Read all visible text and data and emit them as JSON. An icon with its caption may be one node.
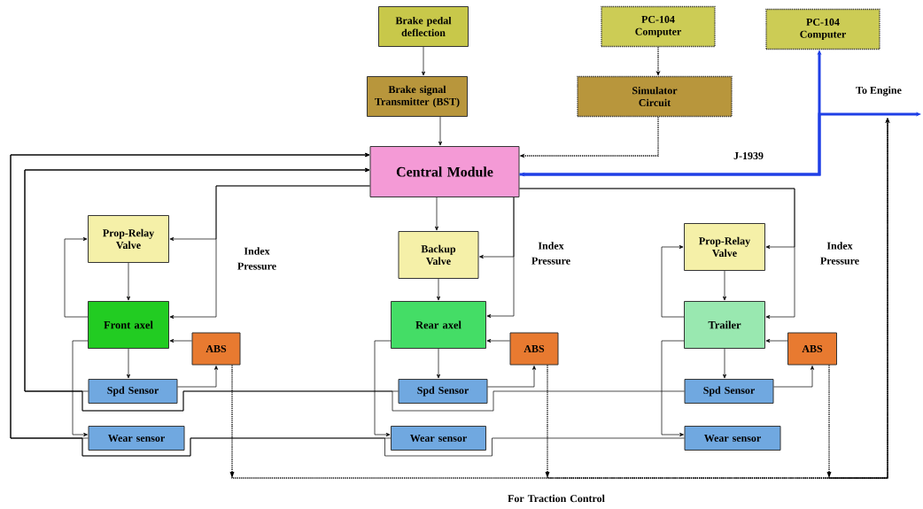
{
  "diagram": {
    "nodes": [
      {
        "text": [
          "Brake pedal deflection"
        ]
      },
      {
        "text": [
          "Brake signal Transmitter (BST)"
        ]
      },
      {
        "text": [
          "PC-104 Computer"
        ]
      },
      {
        "text": [
          "Simulator Circuit"
        ]
      },
      {
        "text": [
          "PC-104 Computer"
        ]
      },
      {
        "text": [
          "Central Module"
        ]
      },
      {
        "text": [
          "Prop-Relay Valve"
        ]
      },
      {
        "text": [
          "Front axel"
        ]
      },
      {
        "text": [
          "ABS"
        ]
      },
      {
        "text": [
          "Spd Sensor"
        ]
      },
      {
        "text": [
          "Wear sensor"
        ]
      },
      {
        "text": [
          "Backup Valve"
        ]
      },
      {
        "text": [
          "Rear axel"
        ]
      },
      {
        "text": [
          "ABS"
        ]
      },
      {
        "text": [
          "Spd Sensor"
        ]
      },
      {
        "text": [
          "Wear sensor"
        ]
      },
      {
        "text": [
          "Prop-Relay Valve"
        ]
      },
      {
        "text": [
          "Trailer"
        ]
      },
      {
        "text": [
          "ABS"
        ]
      },
      {
        "text": [
          "Spd Sensor"
        ]
      },
      {
        "text": [
          "Wear sensor"
        ]
      }
    ],
    "edges": [
      {
        "from": 0,
        "to": 1,
        "arrow": "to"
      },
      {
        "from": 1,
        "to": 5,
        "arrow": "to"
      },
      {
        "from": 2,
        "to": 3,
        "arrow": "to",
        "style": "dashed"
      },
      {
        "from": 3,
        "to": 5,
        "arrow": "to",
        "style": "dashed"
      },
      {
        "from": 5,
        "to": 4,
        "arrow": "both",
        "style": "thick",
        "color": "#1f3fe6",
        "label": "J-1939"
      },
      {
        "from": 5,
        "to": null,
        "arrow": "to",
        "style": "thick",
        "color": "#1f3fe6",
        "label": "To Engine"
      },
      {
        "from": 10,
        "to": 5,
        "arrow": "to"
      },
      {
        "from": 15,
        "to": 5,
        "arrow": "to"
      },
      {
        "from": 20,
        "to": 5,
        "arrow": "to"
      },
      {
        "from": 9,
        "to": 5,
        "arrow": "to"
      },
      {
        "from": 14,
        "to": 5,
        "arrow": "to"
      },
      {
        "from": 19,
        "to": 5,
        "arrow": "to"
      },
      {
        "from": 7,
        "to": 10,
        "arrow": "to"
      },
      {
        "from": 7,
        "to": 9,
        "arrow": "to"
      },
      {
        "from": 9,
        "to": 8,
        "arrow": "to"
      },
      {
        "from": 8,
        "to": 7,
        "arrow": "to"
      },
      {
        "from": 6,
        "to": 7,
        "arrow": "to"
      },
      {
        "from": 7,
        "to": 6,
        "arrow": "to"
      },
      {
        "from": 5,
        "to": 6,
        "arrow": "to"
      },
      {
        "from": 5,
        "to": 7,
        "arrow": "to"
      },
      {
        "from": 5,
        "to": 11,
        "arrow": "to"
      },
      {
        "from": 5,
        "to": 11,
        "arrow": "to"
      },
      {
        "from": 5,
        "to": 12,
        "arrow": "to"
      },
      {
        "from": 11,
        "to": 12,
        "arrow": "to"
      },
      {
        "from": 12,
        "to": 14,
        "arrow": "to"
      },
      {
        "from": 14,
        "to": 13,
        "arrow": "to"
      },
      {
        "from": 13,
        "to": 12,
        "arrow": "to"
      },
      {
        "from": 12,
        "to": 15,
        "arrow": "to"
      },
      {
        "from": 5,
        "to": 16,
        "arrow": "to"
      },
      {
        "from": 5,
        "to": 17,
        "arrow": "to"
      },
      {
        "from": 16,
        "to": 17,
        "arrow": "to"
      },
      {
        "from": 17,
        "to": 16,
        "arrow": "to"
      },
      {
        "from": 17,
        "to": 19,
        "arrow": "to"
      },
      {
        "from": 19,
        "to": 18,
        "arrow": "to"
      },
      {
        "from": 18,
        "to": 17,
        "arrow": "to"
      },
      {
        "from": 17,
        "to": 20,
        "arrow": "to"
      },
      {
        "from": 8,
        "to": null,
        "arrow": "to",
        "style": "dashed"
      },
      {
        "from": 13,
        "to": null,
        "arrow": "to",
        "style": "dashed"
      },
      {
        "from": 18,
        "to": null,
        "arrow": "to",
        "style": "dashed"
      }
    ],
    "labels": [
      "Index Pressure",
      "Index Pressure",
      "Index Pressure",
      "For Traction Control"
    ]
  }
}
